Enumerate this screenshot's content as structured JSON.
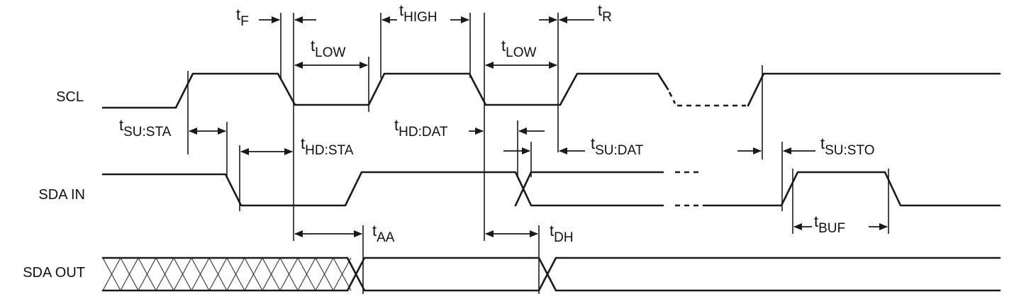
{
  "signals": {
    "scl": "SCL",
    "sda_in": "SDA IN",
    "sda_out": "SDA OUT"
  },
  "timing_params": {
    "t_f": {
      "main": "t",
      "sub": "F"
    },
    "t_high": {
      "main": "t",
      "sub": "HIGH"
    },
    "t_r": {
      "main": "t",
      "sub": "R"
    },
    "t_low_1": {
      "main": "t",
      "sub": "LOW"
    },
    "t_low_2": {
      "main": "t",
      "sub": "LOW"
    },
    "t_su_sta": {
      "main": "t",
      "sub": "SU:STA"
    },
    "t_hd_dat": {
      "main": "t",
      "sub": "HD:DAT"
    },
    "t_hd_sta": {
      "main": "t",
      "sub": "HD:STA"
    },
    "t_su_dat": {
      "main": "t",
      "sub": "SU:DAT"
    },
    "t_su_sto": {
      "main": "t",
      "sub": "SU:STO"
    },
    "t_aa": {
      "main": "t",
      "sub": "AA"
    },
    "t_dh": {
      "main": "t",
      "sub": "DH"
    },
    "t_buf": {
      "main": "t",
      "sub": "BUF"
    }
  },
  "colors": {
    "line": "#1a1a1a",
    "background": "#ffffff"
  }
}
